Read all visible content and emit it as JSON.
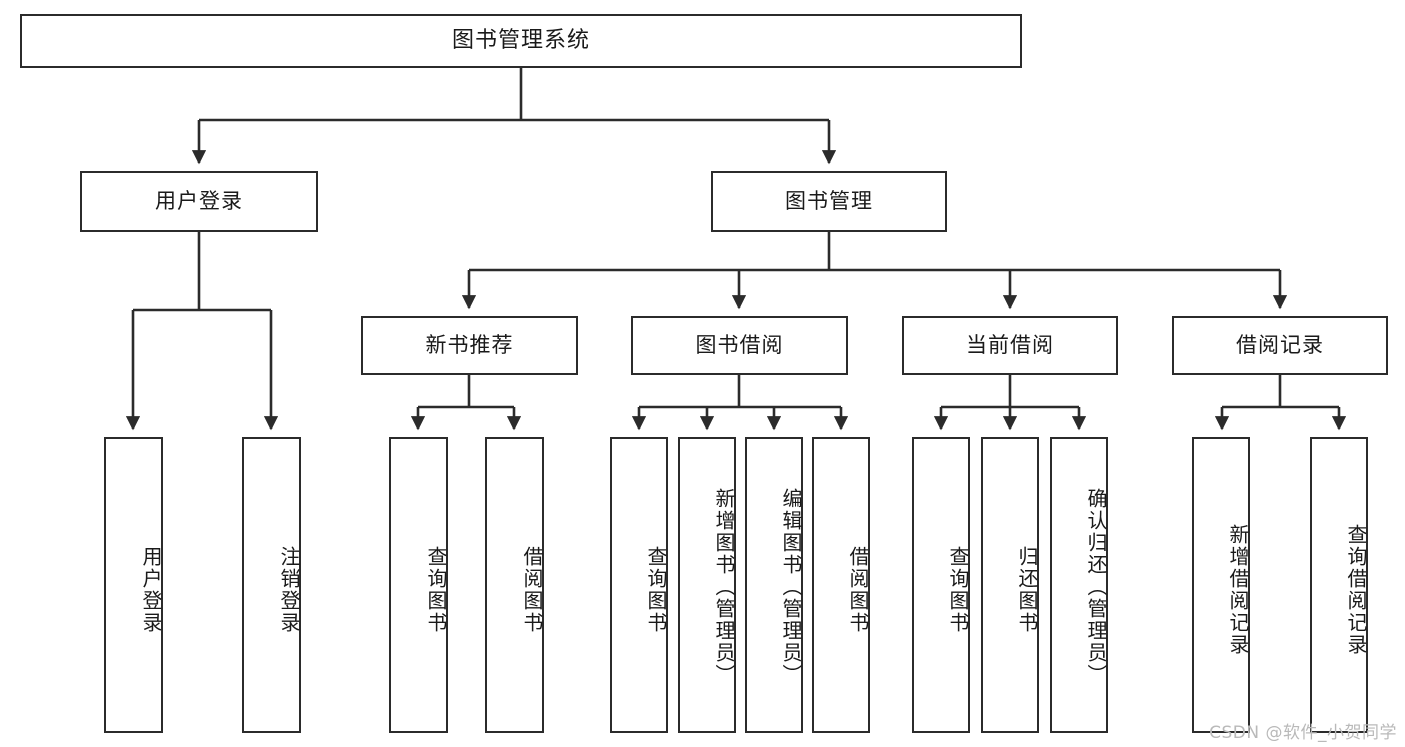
{
  "diagram": {
    "type": "tree-hierarchy-chart",
    "title": "图书管理系统",
    "watermark": "CSDN @软件_小贺同学",
    "colors": {
      "stroke": "#2b2b2b",
      "fill": "#ffffff",
      "text": "#1a1a1a",
      "watermark": "#b9b9b9"
    },
    "root": {
      "label": "图书管理系统"
    },
    "level2": [
      {
        "id": "user-login",
        "label": "用户登录"
      },
      {
        "id": "book-manage",
        "label": "图书管理"
      }
    ],
    "level3": [
      {
        "id": "new-book-recommend",
        "label": "新书推荐",
        "parent": "book-manage"
      },
      {
        "id": "book-borrow",
        "label": "图书借阅",
        "parent": "book-manage"
      },
      {
        "id": "current-borrow",
        "label": "当前借阅",
        "parent": "book-manage"
      },
      {
        "id": "borrow-record",
        "label": "借阅记录",
        "parent": "book-manage"
      }
    ],
    "leaves": [
      {
        "id": "leaf-user-login",
        "label": "用户登录",
        "parent": "user-login"
      },
      {
        "id": "leaf-logout-login",
        "label": "注销登录",
        "parent": "user-login"
      },
      {
        "id": "leaf-query-book-1",
        "label": "查询图书",
        "parent": "new-book-recommend"
      },
      {
        "id": "leaf-borrow-book-1",
        "label": "借阅图书",
        "parent": "new-book-recommend"
      },
      {
        "id": "leaf-query-book-2",
        "label": "查询图书",
        "parent": "book-borrow"
      },
      {
        "id": "leaf-add-book-admin",
        "label": "新增图书（管理员）",
        "parent": "book-borrow"
      },
      {
        "id": "leaf-edit-book-admin",
        "label": "编辑图书（管理员）",
        "parent": "book-borrow"
      },
      {
        "id": "leaf-borrow-book-2",
        "label": "借阅图书",
        "parent": "book-borrow"
      },
      {
        "id": "leaf-query-book-3",
        "label": "查询图书",
        "parent": "current-borrow"
      },
      {
        "id": "leaf-return-book",
        "label": "归还图书",
        "parent": "current-borrow"
      },
      {
        "id": "leaf-confirm-return-admin",
        "label": "确认归还（管理员）",
        "parent": "current-borrow"
      },
      {
        "id": "leaf-add-borrow-record",
        "label": "新增借阅记录",
        "parent": "borrow-record"
      },
      {
        "id": "leaf-query-borrow-record",
        "label": "查询借阅记录",
        "parent": "borrow-record"
      }
    ]
  }
}
